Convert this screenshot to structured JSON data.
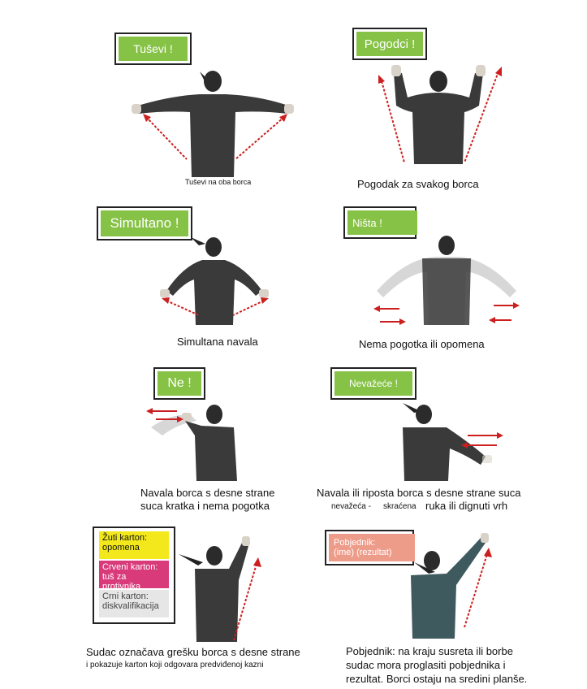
{
  "panels": {
    "p1": {
      "bubble": "Tuševi !",
      "caption": "Tuševi na oba borca"
    },
    "p2": {
      "bubble": "Pogodci !",
      "caption": "Pogodak za svakog borca"
    },
    "p3": {
      "bubble": "Simultano !",
      "caption": "Simultana navala"
    },
    "p4": {
      "bubble": "Ništa !",
      "caption": "Nema pogotka ili opomena"
    },
    "p5": {
      "bubble": "Ne !",
      "caption_line1": "Navala borca s desne strane",
      "caption_line2": "suca kratka i nema pogotka"
    },
    "p6": {
      "bubble": "Nevažeće !",
      "caption_line1": "Navala ili riposta borca s desne strane suca",
      "caption_small1": "nevažeća -",
      "caption_small2": "skraćena",
      "caption_line2_rest": "ruka ili dignuti vrh"
    },
    "p7": {
      "card_yellow": "Žuti karton:\nopomena",
      "card_red": "Crveni karton:\ntuš za protivnika",
      "card_black": "Crni karton:\ndiskvalifikacija",
      "caption_line1": "Sudac označava grešku borca s desne strane",
      "caption_line2": "i pokazuje karton koji odgovara predviđenoj kazni"
    },
    "p8": {
      "bubble_line1": "Pobjednik:",
      "bubble_line2": "(ime) (rezultat)",
      "caption_line1": "Pobjednik: na kraju susreta ili borbe",
      "caption_line2": "sudac mora proglasiti pobjednika i",
      "caption_line3": "rezultat. Borci ostaju na sredini planše."
    }
  },
  "colors": {
    "bubble_green": "#86c245",
    "card_yellow": "#f2e81c",
    "card_red": "#d93a7a",
    "card_grey": "#e6e6e6",
    "bubble_salmon": "#ee9c8a",
    "arrow_red": "#cc1f1f"
  }
}
